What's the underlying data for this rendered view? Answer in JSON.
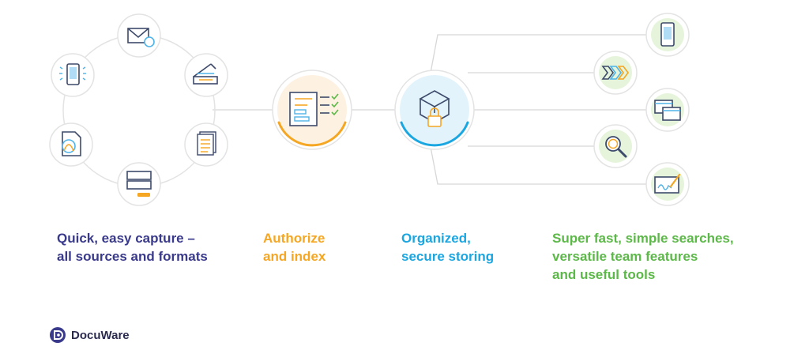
{
  "colors": {
    "navy": "#3a3a8c",
    "orange": "#f5a623",
    "blue": "#1aa6e0",
    "green": "#5cb848",
    "line": "#d7d7d7",
    "ring": "#e3e3e3",
    "icon_line": "#3d4a6b",
    "icon_blue": "#4fb3e8",
    "icon_orange": "#f5a623",
    "index_fill": "#fdf1e1",
    "store_fill": "#e3f3fb",
    "green_fill": "#e5f4da",
    "logo_dark": "#2b2b4f"
  },
  "captions": {
    "capture": {
      "line1": "Quick, easy capture –",
      "line2": "all sources and formats"
    },
    "index": {
      "line1": "Authorize",
      "line2": "and index"
    },
    "store": {
      "line1": "Organized,",
      "line2": "secure storing"
    },
    "search": {
      "line1": "Super fast, simple searches,",
      "line2": "versatile team features",
      "line3": "and useful tools"
    }
  },
  "capture_icons": [
    "envelope-icon",
    "scanner-icon",
    "documents-icon",
    "storage-tray-icon",
    "pdf-file-icon",
    "smartphone-icon"
  ],
  "output_icons": [
    "mobile-app-icon",
    "workflow-arrows-icon",
    "windows-icon",
    "magnifier-icon",
    "signature-icon"
  ],
  "central_icons": [
    "index-form-icon",
    "secure-cube-icon"
  ],
  "logo": {
    "name": "DocuWare"
  }
}
